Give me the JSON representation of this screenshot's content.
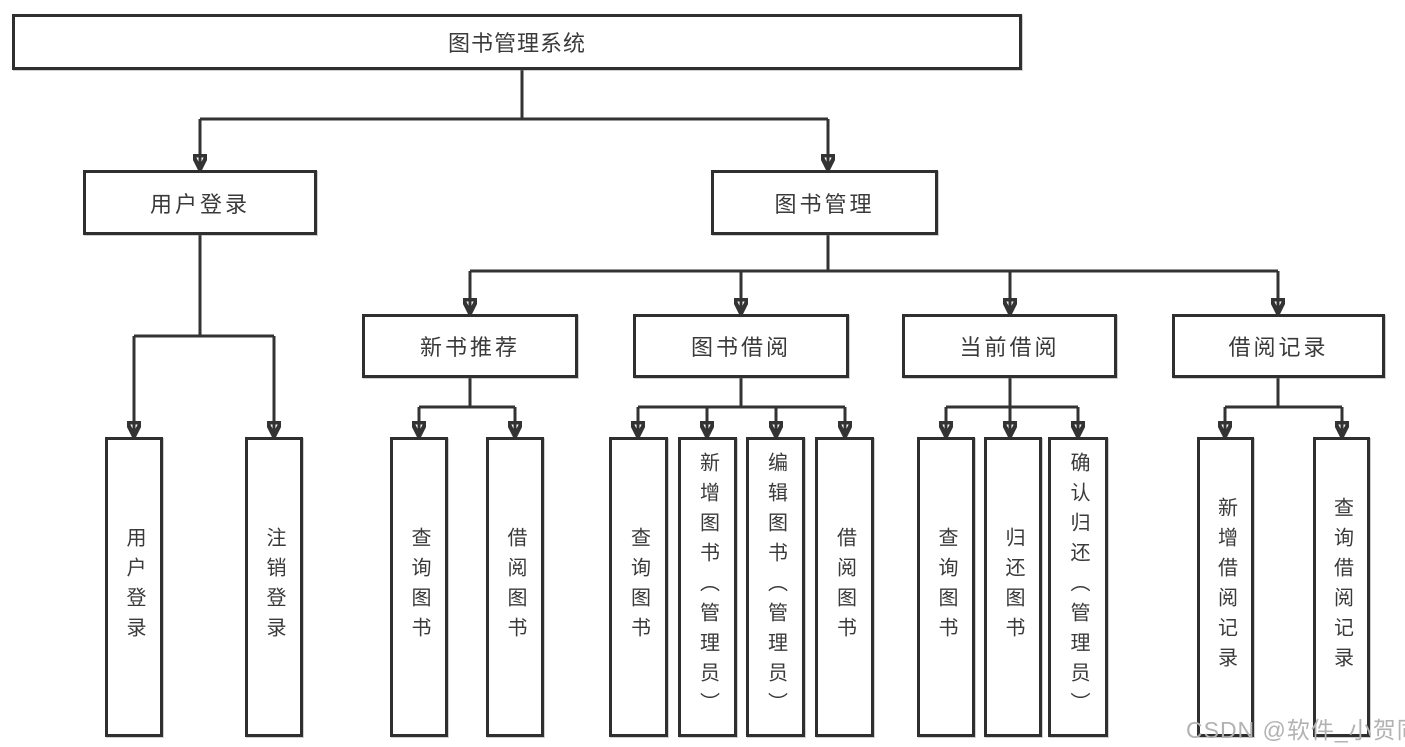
{
  "diagram": {
    "root": {
      "label": "图书管理系统"
    },
    "branches": [
      {
        "label": "用户登录",
        "children": [
          {
            "label": "用户登录"
          },
          {
            "label": "注销登录"
          }
        ]
      },
      {
        "label": "图书管理",
        "groups": [
          {
            "label": "新书推荐",
            "children": [
              {
                "label": "查询图书"
              },
              {
                "label": "借阅图书"
              }
            ]
          },
          {
            "label": "图书借阅",
            "children": [
              {
                "label": "查询图书"
              },
              {
                "label": "新增图书（管理员）"
              },
              {
                "label": "编辑图书（管理员）"
              },
              {
                "label": "借阅图书"
              }
            ]
          },
          {
            "label": "当前借阅",
            "children": [
              {
                "label": "查询图书"
              },
              {
                "label": "归还图书"
              },
              {
                "label": "确认归还（管理员）"
              }
            ]
          },
          {
            "label": "借阅记录",
            "children": [
              {
                "label": "新增借阅记录"
              },
              {
                "label": "查询借阅记录"
              }
            ]
          }
        ]
      }
    ],
    "colors": {
      "line": "#333333",
      "box_border": "#2f2f2f",
      "box_background": "#ffffff",
      "text": "#3a3a3a",
      "watermark": "#b2b2b2"
    },
    "watermark": {
      "text": "CSDN @软件_小贺同学"
    }
  }
}
